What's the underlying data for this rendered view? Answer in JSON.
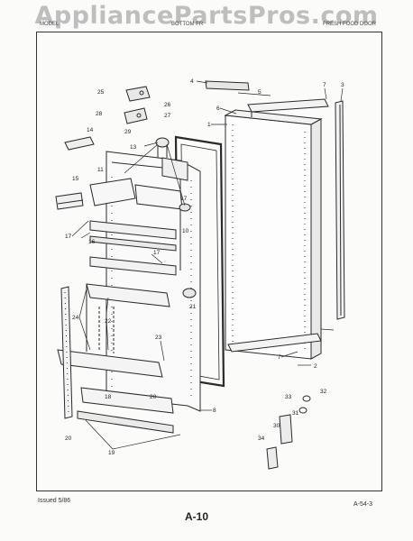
{
  "watermark": "AppliancePartsPros.com",
  "header": {
    "left": "MODEL",
    "center": "BOTTOM FR",
    "right": "FRESH FOOD DOOR"
  },
  "footer": {
    "issued": "Issued 5/86",
    "page_number": "A-10",
    "code": "A-54-3"
  },
  "callouts": [
    "1",
    "2",
    "3",
    "4",
    "5",
    "6",
    "7",
    "7",
    "8",
    "10",
    "11",
    "13",
    "14",
    "15",
    "16",
    "17",
    "17",
    "17",
    "18",
    "19",
    "20",
    "20",
    "21",
    "22",
    "23",
    "24",
    "25",
    "26",
    "27",
    "28",
    "29",
    "30",
    "31",
    "32",
    "33",
    "34"
  ]
}
